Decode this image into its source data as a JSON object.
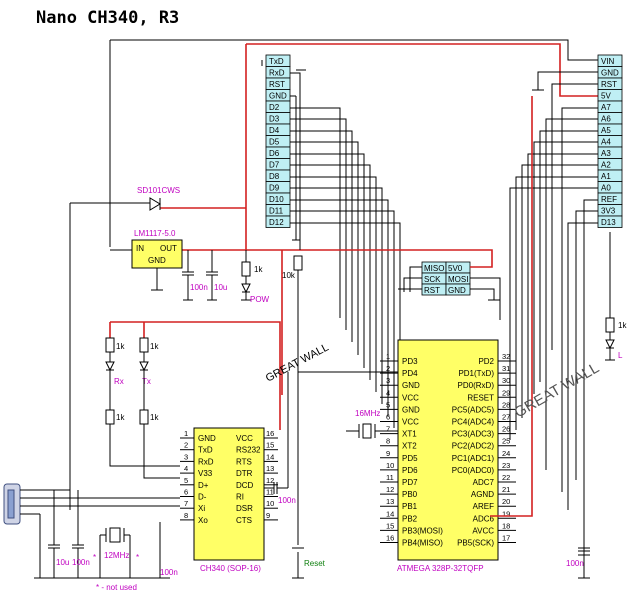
{
  "title": "Nano CH340, R3",
  "left_header": [
    "TxD",
    "RxD",
    "RST",
    "GND",
    "D2",
    "D3",
    "D4",
    "D5",
    "D6",
    "D7",
    "D8",
    "D9",
    "D10",
    "D11",
    "D12"
  ],
  "right_header": [
    "VIN",
    "GND",
    "RST",
    "5V",
    "A7",
    "A6",
    "A5",
    "A4",
    "A3",
    "A2",
    "A1",
    "A0",
    "REF",
    "3V3",
    "D13"
  ],
  "icsp": {
    "row1": [
      "MISO",
      "5V0"
    ],
    "row2": [
      "SCK",
      "MOSI"
    ],
    "row3": [
      "RST",
      "GND"
    ]
  },
  "diode_label": "SD101CWS",
  "regulator": {
    "label": "LM1117-5.0",
    "in": "IN",
    "out": "OUT",
    "gnd": "GND"
  },
  "labels": {
    "c_100n_a": "100n",
    "c_10u_a": "10u",
    "r_1k_pow": "1k",
    "r_10k": "10k",
    "pow": "POW",
    "r_1k_rx": "1k",
    "r_1k_tx": "1k",
    "rx": "Rx",
    "tx": "Tx",
    "r_1k_rx2": "1k",
    "r_1k_tx2": "1k",
    "r_1k_l": "1k",
    "l": "L",
    "crystal_16": "16MHz",
    "crystal_12": "12MHz",
    "c_10u_b": "10u",
    "c_100n_b": "100n",
    "c_100n_c": "100n",
    "c_100n_dtr": "100n",
    "c_100n_d": "100n",
    "not_used": "* - not used",
    "star1": "*",
    "star2": "*",
    "reset": "Reset",
    "watermark1": "GREAT WALL",
    "watermark2": "GREAT WALL"
  },
  "ch340": {
    "name": "CH340 (SOP-16)",
    "left_pins": [
      "GND",
      "TxD",
      "RxD",
      "V33",
      "D+",
      "D-",
      "Xi",
      "Xo"
    ],
    "left_nums": [
      "1",
      "2",
      "3",
      "4",
      "5",
      "6",
      "7",
      "8"
    ],
    "right_pins": [
      "VCC",
      "RS232",
      "RTS",
      "DTR",
      "DCD",
      "RI",
      "DSR",
      "CTS"
    ],
    "right_nums": [
      "16",
      "15",
      "14",
      "13",
      "12",
      "11",
      "10",
      "9"
    ]
  },
  "atmega": {
    "name": "ATMEGA 328P-32TQFP",
    "left_pins": [
      "PD3",
      "PD4",
      "GND",
      "VCC",
      "GND",
      "VCC",
      "XT1",
      "XT2",
      "PD5",
      "PD6",
      "PD7",
      "PB0",
      "PB1",
      "PB2",
      "PB3(MOSI)",
      "PB4(MISO)"
    ],
    "left_nums": [
      "1",
      "2",
      "3",
      "4",
      "5",
      "6",
      "7",
      "8",
      "9",
      "10",
      "11",
      "12",
      "13",
      "14",
      "15",
      "16"
    ],
    "right_pins": [
      "PD2",
      "PD1(TxD)",
      "PD0(RxD)",
      "RESET",
      "PC5(ADC5)",
      "PC4(ADC4)",
      "PC3(ADC3)",
      "PC2(ADC2)",
      "PC1(ADC1)",
      "PC0(ADC0)",
      "ADC7",
      "AGND",
      "AREF",
      "ADC6",
      "AVCC",
      "PB5(SCK)"
    ],
    "right_nums": [
      "32",
      "31",
      "30",
      "29",
      "28",
      "27",
      "26",
      "25",
      "24",
      "23",
      "22",
      "21",
      "20",
      "19",
      "18",
      "17"
    ]
  }
}
